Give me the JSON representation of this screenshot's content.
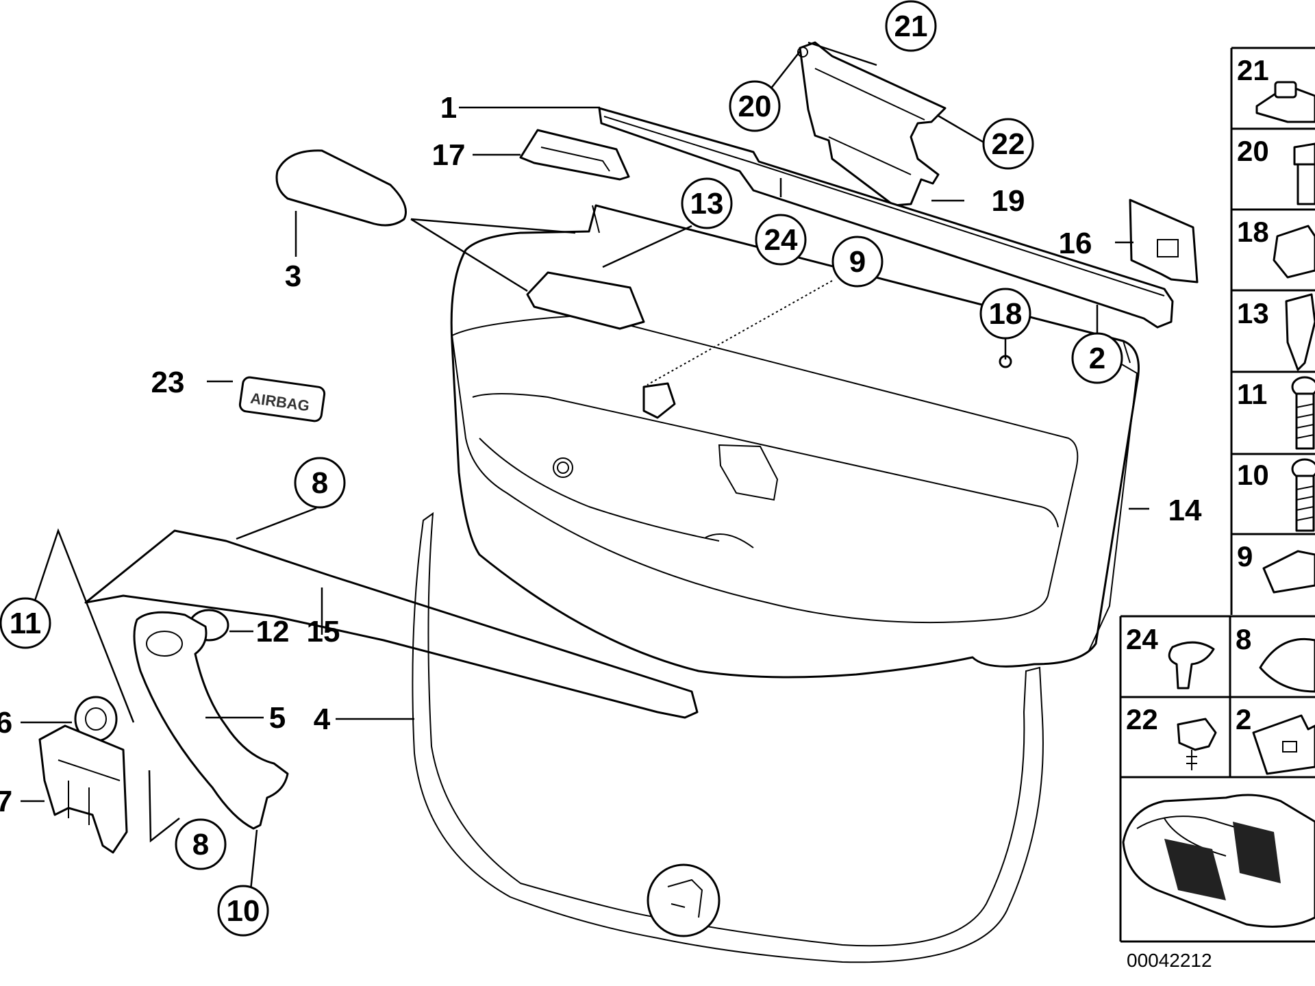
{
  "callouts": [
    "21",
    "20",
    "22",
    "1",
    "17",
    "19",
    "24",
    "13",
    "16",
    "9",
    "3",
    "18",
    "2",
    "23",
    "14",
    "8",
    "11",
    "12",
    "15",
    "5",
    "6",
    "4",
    "7",
    "8",
    "10"
  ],
  "grid": {
    "cells": [
      "21",
      "20",
      "18",
      "13",
      "11",
      "10",
      "9",
      "24",
      "8",
      "22",
      "2"
    ]
  },
  "emblem_text": "AIRBAG",
  "diagram_code": "00042212"
}
